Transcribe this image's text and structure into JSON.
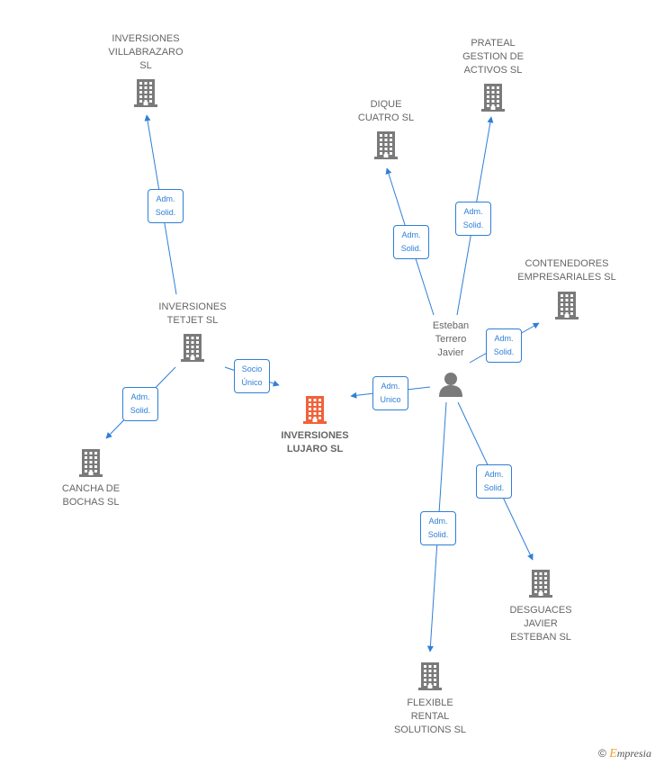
{
  "nodes": [
    {
      "id": "inversiones-villabrazaro",
      "label": "INVERSIONES\nVILLABRAZARO\nSL",
      "kind": "company"
    },
    {
      "id": "prateal",
      "label": "PRATEAL\nGESTION DE\nACTIVOS  SL",
      "kind": "company"
    },
    {
      "id": "dique-cuatro",
      "label": "DIQUE\nCUATRO  SL",
      "kind": "company"
    },
    {
      "id": "contenedores",
      "label": "CONTENEDORES\nEMPRESARIALES SL",
      "kind": "company"
    },
    {
      "id": "inversiones-tetjet",
      "label": "INVERSIONES\nTETJET  SL",
      "kind": "company"
    },
    {
      "id": "esteban",
      "label": "Esteban\nTerrero\nJavier",
      "kind": "person"
    },
    {
      "id": "inversiones-lujaro",
      "label": "INVERSIONES\nLUJARO  SL",
      "kind": "focus"
    },
    {
      "id": "cancha-bochas",
      "label": "CANCHA DE\nBOCHAS  SL",
      "kind": "company"
    },
    {
      "id": "desguaces",
      "label": "DESGUACES\nJAVIER\nESTEBAN  SL",
      "kind": "company"
    },
    {
      "id": "flexible-rental",
      "label": "FLEXIBLE\nRENTAL\nSOLUTIONS  SL",
      "kind": "company"
    }
  ],
  "relations": [
    {
      "from": "inversiones-tetjet",
      "to": "inversiones-villabrazaro",
      "label": "Adm.\nSolid."
    },
    {
      "from": "inversiones-tetjet",
      "to": "cancha-bochas",
      "label": "Adm.\nSolid."
    },
    {
      "from": "inversiones-tetjet",
      "to": "inversiones-lujaro",
      "label": "Socio\nÚnico"
    },
    {
      "from": "esteban",
      "to": "inversiones-lujaro",
      "label": "Adm.\nUnico"
    },
    {
      "from": "esteban",
      "to": "dique-cuatro",
      "label": "Adm.\nSolid."
    },
    {
      "from": "esteban",
      "to": "prateal",
      "label": "Adm.\nSolid."
    },
    {
      "from": "esteban",
      "to": "contenedores",
      "label": "Adm.\nSolid."
    },
    {
      "from": "esteban",
      "to": "desguaces",
      "label": "Adm.\nSolid."
    },
    {
      "from": "esteban",
      "to": "flexible-rental",
      "label": "Adm.\nSolid."
    }
  ],
  "colors": {
    "edge": "#2f7fd6",
    "company_icon": "#7a7a7a",
    "focus_icon": "#f0623a",
    "person_icon": "#7a7a7a"
  },
  "brand": {
    "symbol": "©",
    "initial": "E",
    "rest": "mpresia"
  }
}
